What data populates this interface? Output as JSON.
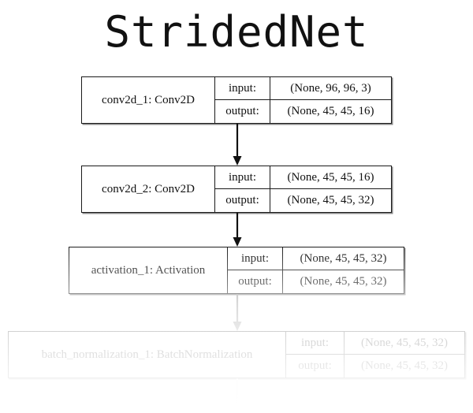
{
  "title": "StridedNet",
  "diagram": {
    "io_labels": {
      "input": "input:",
      "output": "output:"
    },
    "nodes": [
      {
        "id": "conv2d_1",
        "name": "conv2d_1: Conv2D",
        "input_label": "input:",
        "input_shape": "(None, 96, 96, 3)",
        "output_label": "output:",
        "output_shape": "(None, 45, 45, 16)"
      },
      {
        "id": "conv2d_2",
        "name": "conv2d_2: Conv2D",
        "input_label": "input:",
        "input_shape": "(None, 45, 45, 16)",
        "output_label": "output:",
        "output_shape": "(None, 45, 45, 32)"
      },
      {
        "id": "activation_1",
        "name": "activation_1: Activation",
        "input_label": "input:",
        "input_shape": "(None, 45, 45, 32)",
        "output_label": "output:",
        "output_shape": "(None, 45, 45, 32)"
      },
      {
        "id": "batch_normalization_1",
        "name": "batch_normalization_1: BatchNormalization",
        "input_label": "input:",
        "input_shape": "(None, 45, 45, 32)",
        "output_label": "output:",
        "output_shape": "(None, 45, 45, 32)"
      }
    ],
    "edges": [
      {
        "id": "edge-1",
        "from": "conv2d_1",
        "to": "conv2d_2",
        "color": "#111111"
      },
      {
        "id": "edge-2",
        "from": "conv2d_2",
        "to": "activation_1",
        "color": "#111111"
      },
      {
        "id": "edge-3",
        "from": "activation_1",
        "to": "batch_normalization_1",
        "color": "#9a9a9a"
      },
      {
        "id": "edge-4",
        "from": "batch_normalization_1",
        "to": "",
        "color": "#efefef"
      }
    ]
  },
  "colors": {
    "background": "#ffffff",
    "text": "#111111",
    "border": "#1a1a1a",
    "arrow": "#111111",
    "arrow_faded": "#9a9a9a"
  }
}
